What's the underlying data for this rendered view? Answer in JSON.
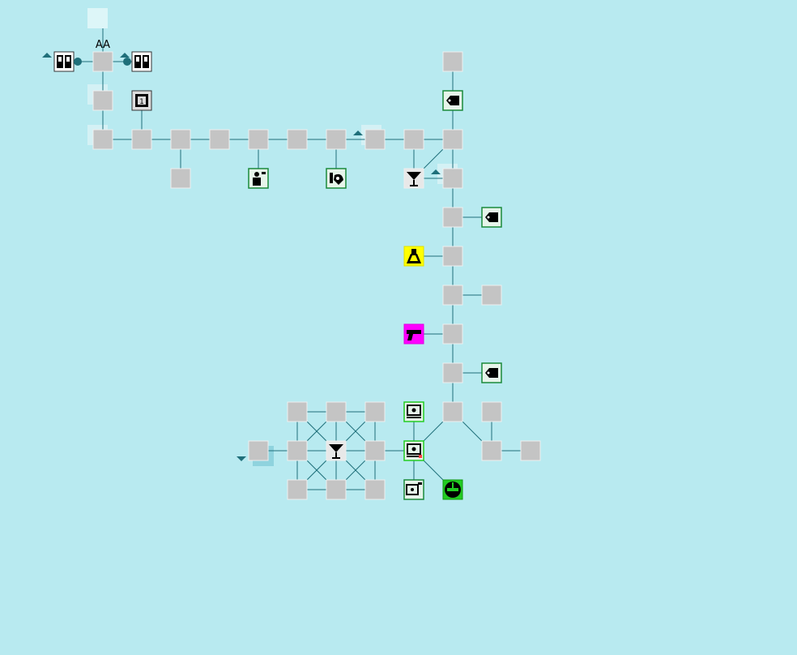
{
  "map": {
    "background": "#b8eaf0",
    "link_color": "#1f6f7a",
    "room_color": "#c4c4c4",
    "room_border": "#eeeeee",
    "area_label": "AA",
    "rooms": [
      {
        "id": "r1",
        "icon": null
      },
      {
        "id": "r2",
        "icon": null
      },
      {
        "id": "r3",
        "icon": null
      },
      {
        "id": "r4",
        "icon": "elevator-icon",
        "color": "#ffffff"
      },
      {
        "id": "r5",
        "icon": "elevator-icon",
        "color": "#ffffff"
      },
      {
        "id": "r6",
        "icon": "number-one-icon",
        "color": "#dddddd"
      }
    ],
    "legend": {
      "shop_color": "#e6f4ea",
      "shop_border": "#1a8a3a",
      "alchemy_color": "#ffff00",
      "weapon_color": "#ff00ff",
      "bright_green": "#22cc22"
    }
  }
}
